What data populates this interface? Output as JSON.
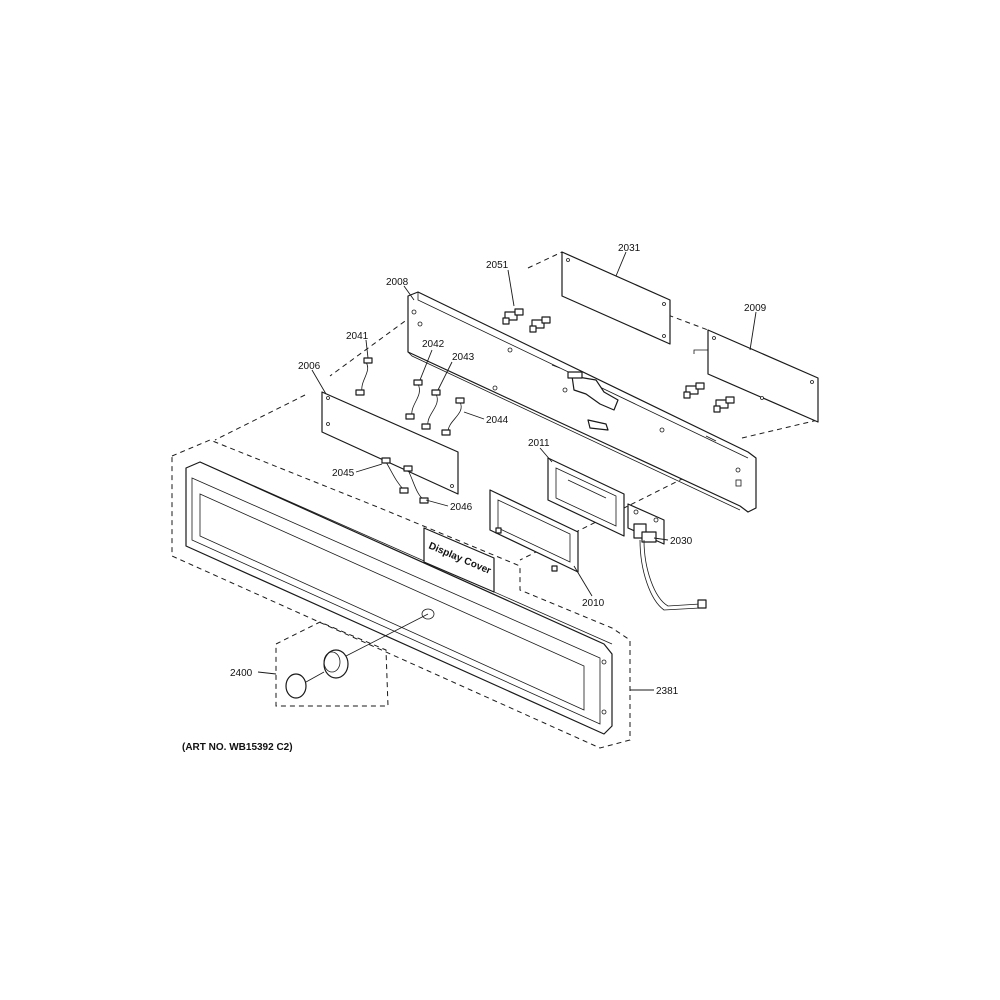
{
  "diagram": {
    "caption": "(ART NO. WB15392 C2)",
    "display_cover_label": "Display Cover",
    "callouts": {
      "p2008": "2008",
      "p2051": "2051",
      "p2031": "2031",
      "p2009": "2009",
      "p2041": "2041",
      "p2042": "2042",
      "p2043": "2043",
      "p2006": "2006",
      "p2044": "2044",
      "p2011": "2011",
      "p2045": "2045",
      "p2046": "2046",
      "p2030": "2030",
      "p2010": "2010",
      "p2400": "2400",
      "p2381": "2381"
    }
  }
}
